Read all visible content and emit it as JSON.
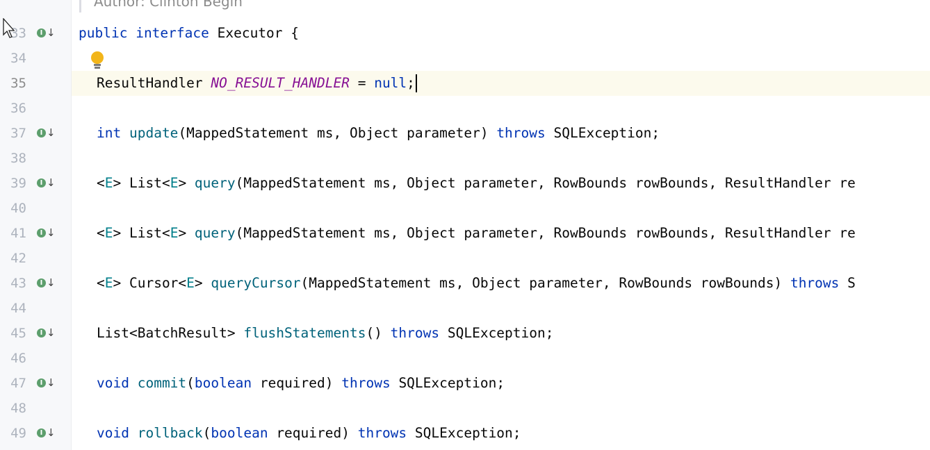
{
  "doc_comment": "Author: Clinton Begin",
  "lines": [
    {
      "num": "33",
      "impl": true,
      "indent": 0,
      "current": false,
      "tokens": [
        {
          "t": "public",
          "c": "kw"
        },
        {
          "t": " ",
          "c": ""
        },
        {
          "t": "interface",
          "c": "kw"
        },
        {
          "t": " Executor {",
          "c": ""
        }
      ]
    },
    {
      "num": "34",
      "impl": false,
      "indent": 0,
      "current": false,
      "tokens": []
    },
    {
      "num": "35",
      "impl": false,
      "indent": 1,
      "current": true,
      "tokens": [
        {
          "t": "ResultHandler ",
          "c": ""
        },
        {
          "t": "NO_RESULT_HANDLER",
          "c": "cn"
        },
        {
          "t": " = ",
          "c": ""
        },
        {
          "t": "null",
          "c": "kw"
        },
        {
          "t": ";",
          "c": ""
        }
      ]
    },
    {
      "num": "36",
      "impl": false,
      "indent": 0,
      "current": false,
      "tokens": []
    },
    {
      "num": "37",
      "impl": true,
      "indent": 1,
      "current": false,
      "tokens": [
        {
          "t": "int",
          "c": "kw"
        },
        {
          "t": " ",
          "c": ""
        },
        {
          "t": "update",
          "c": "fn"
        },
        {
          "t": "(MappedStatement ms, Object parameter) ",
          "c": ""
        },
        {
          "t": "throws",
          "c": "kw"
        },
        {
          "t": " SQLException;",
          "c": ""
        }
      ]
    },
    {
      "num": "38",
      "impl": false,
      "indent": 0,
      "current": false,
      "tokens": []
    },
    {
      "num": "39",
      "impl": true,
      "indent": 1,
      "current": false,
      "tokens": [
        {
          "t": "<",
          "c": ""
        },
        {
          "t": "E",
          "c": "tp"
        },
        {
          "t": "> List<",
          "c": ""
        },
        {
          "t": "E",
          "c": "tp"
        },
        {
          "t": "> ",
          "c": ""
        },
        {
          "t": "query",
          "c": "fn"
        },
        {
          "t": "(MappedStatement ms, Object parameter, RowBounds rowBounds, ResultHandler re",
          "c": ""
        }
      ]
    },
    {
      "num": "40",
      "impl": false,
      "indent": 0,
      "current": false,
      "tokens": []
    },
    {
      "num": "41",
      "impl": true,
      "indent": 1,
      "current": false,
      "tokens": [
        {
          "t": "<",
          "c": ""
        },
        {
          "t": "E",
          "c": "tp"
        },
        {
          "t": "> List<",
          "c": ""
        },
        {
          "t": "E",
          "c": "tp"
        },
        {
          "t": "> ",
          "c": ""
        },
        {
          "t": "query",
          "c": "fn"
        },
        {
          "t": "(MappedStatement ms, Object parameter, RowBounds rowBounds, ResultHandler re",
          "c": ""
        }
      ]
    },
    {
      "num": "42",
      "impl": false,
      "indent": 0,
      "current": false,
      "tokens": []
    },
    {
      "num": "43",
      "impl": true,
      "indent": 1,
      "current": false,
      "tokens": [
        {
          "t": "<",
          "c": ""
        },
        {
          "t": "E",
          "c": "tp"
        },
        {
          "t": "> Cursor<",
          "c": ""
        },
        {
          "t": "E",
          "c": "tp"
        },
        {
          "t": "> ",
          "c": ""
        },
        {
          "t": "queryCursor",
          "c": "fn"
        },
        {
          "t": "(MappedStatement ms, Object parameter, RowBounds rowBounds) ",
          "c": ""
        },
        {
          "t": "throws",
          "c": "kw"
        },
        {
          "t": " S",
          "c": ""
        }
      ]
    },
    {
      "num": "44",
      "impl": false,
      "indent": 0,
      "current": false,
      "tokens": []
    },
    {
      "num": "45",
      "impl": true,
      "indent": 1,
      "current": false,
      "tokens": [
        {
          "t": "List<BatchResult> ",
          "c": ""
        },
        {
          "t": "flushStatements",
          "c": "fn"
        },
        {
          "t": "() ",
          "c": ""
        },
        {
          "t": "throws",
          "c": "kw"
        },
        {
          "t": " SQLException;",
          "c": ""
        }
      ]
    },
    {
      "num": "46",
      "impl": false,
      "indent": 0,
      "current": false,
      "tokens": []
    },
    {
      "num": "47",
      "impl": true,
      "indent": 1,
      "current": false,
      "tokens": [
        {
          "t": "void",
          "c": "kw"
        },
        {
          "t": " ",
          "c": ""
        },
        {
          "t": "commit",
          "c": "fn"
        },
        {
          "t": "(",
          "c": ""
        },
        {
          "t": "boolean",
          "c": "kw"
        },
        {
          "t": " required) ",
          "c": ""
        },
        {
          "t": "throws",
          "c": "kw"
        },
        {
          "t": " SQLException;",
          "c": ""
        }
      ]
    },
    {
      "num": "48",
      "impl": false,
      "indent": 0,
      "current": false,
      "tokens": []
    },
    {
      "num": "49",
      "impl": true,
      "indent": 1,
      "current": false,
      "tokens": [
        {
          "t": "void",
          "c": "kw"
        },
        {
          "t": " ",
          "c": ""
        },
        {
          "t": "rollback",
          "c": "fn"
        },
        {
          "t": "(",
          "c": ""
        },
        {
          "t": "boolean",
          "c": "kw"
        },
        {
          "t": " required) ",
          "c": ""
        },
        {
          "t": "throws",
          "c": "kw"
        },
        {
          "t": " SQLException;",
          "c": ""
        }
      ]
    }
  ],
  "icons": {
    "implemented_marker": "I",
    "implemented_arrow": "↓"
  },
  "colors": {
    "keyword": "#0033b3",
    "method": "#00627a",
    "type_param": "#007e8a",
    "constant": "#871094",
    "current_line": "#fcfaed",
    "implemented_icon": "#5c9e6c",
    "intention_bulb": "#f2b51a"
  }
}
